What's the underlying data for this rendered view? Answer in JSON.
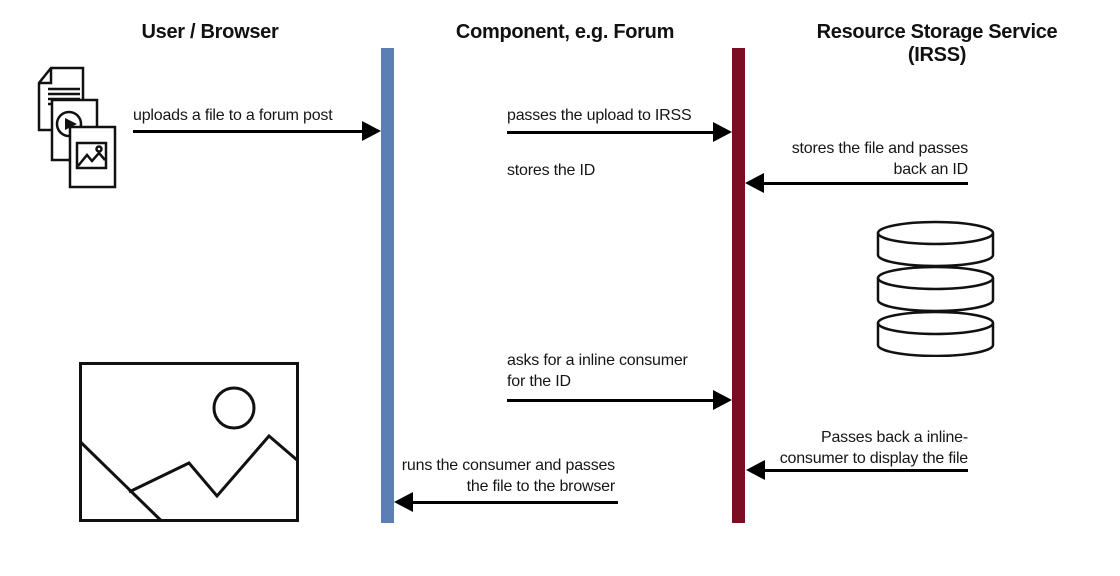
{
  "actors": [
    {
      "id": "user-browser",
      "lines": [
        "User / Browser"
      ]
    },
    {
      "id": "component-forum",
      "lines": [
        "Component, e.g. Forum"
      ]
    },
    {
      "id": "irss",
      "lines": [
        "Resource Storage Service",
        "(IRSS)"
      ]
    }
  ],
  "messages": [
    {
      "id": "upload-file",
      "from": "user-browser",
      "to": "component-forum",
      "direction": "right",
      "lines": [
        "uploads a file to a forum post"
      ]
    },
    {
      "id": "pass-upload",
      "from": "component-forum",
      "to": "irss",
      "direction": "right",
      "lines": [
        "passes the upload to IRSS"
      ]
    },
    {
      "id": "store-id-note",
      "from": "component-forum",
      "to": "component-forum",
      "direction": "none",
      "lines": [
        "stores the ID"
      ]
    },
    {
      "id": "store-file",
      "from": "irss",
      "to": "irss",
      "direction": "left",
      "lines": [
        "stores the file and passes",
        "back an ID"
      ]
    },
    {
      "id": "ask-consumer",
      "from": "component-forum",
      "to": "irss",
      "direction": "right",
      "lines": [
        "asks for a inline consumer",
        "for the ID"
      ]
    },
    {
      "id": "pass-consumer",
      "from": "irss",
      "to": "component-forum",
      "direction": "left",
      "lines": [
        "Passes back a inline-",
        "consumer to display the file"
      ]
    },
    {
      "id": "run-consumer",
      "from": "component-forum",
      "to": "user-browser",
      "direction": "left",
      "lines": [
        "runs the consumer and passes",
        "the file to the browser"
      ]
    }
  ],
  "colors": {
    "lifeline_component": "#5B7FB5",
    "lifeline_irss": "#7A0E23",
    "arrow": "#000000",
    "text": "#111111",
    "background": "#FFFFFF"
  },
  "icons": {
    "files_stack": "files-stack-icon",
    "database": "database-icon",
    "image_placeholder": "image-placeholder-icon"
  }
}
